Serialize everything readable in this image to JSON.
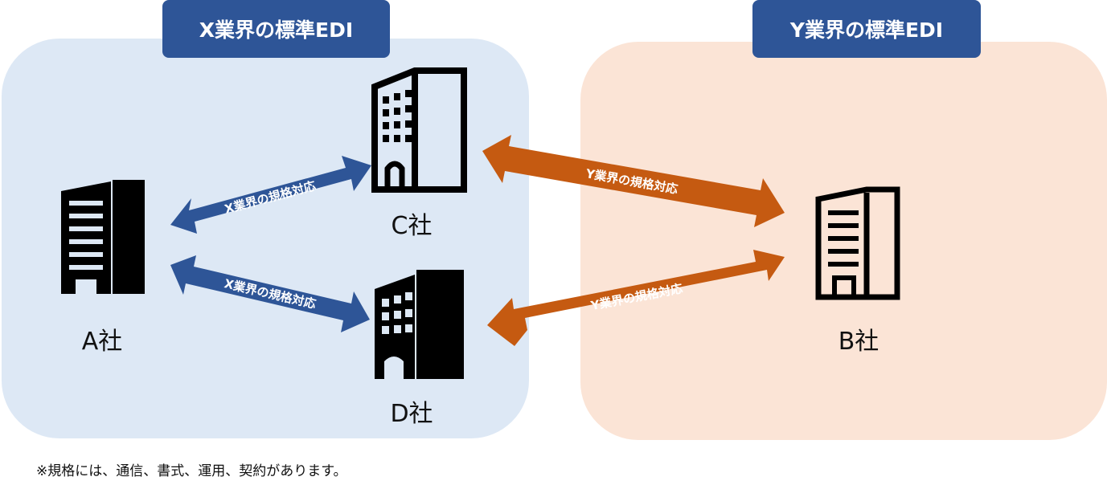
{
  "banners": {
    "x_industry": "X業界の標準EDI",
    "y_industry": "Y業界の標準EDI"
  },
  "companies": {
    "a": "A社",
    "b": "B社",
    "c": "C社",
    "d": "D社"
  },
  "arrows": {
    "a_c": "X業界の規格対応",
    "a_d": "X業界の規格対応",
    "c_b": "Y業界の規格対応",
    "d_b": "Y業界の規格対応"
  },
  "colors": {
    "x_zone": "#dde8f5",
    "y_zone": "#fbe4d6",
    "banner": "#2e5597",
    "x_arrow": "#2e5597",
    "y_arrow": "#c55a11"
  },
  "footnote": "※規格には、通信、書式、運用、契約があります。"
}
